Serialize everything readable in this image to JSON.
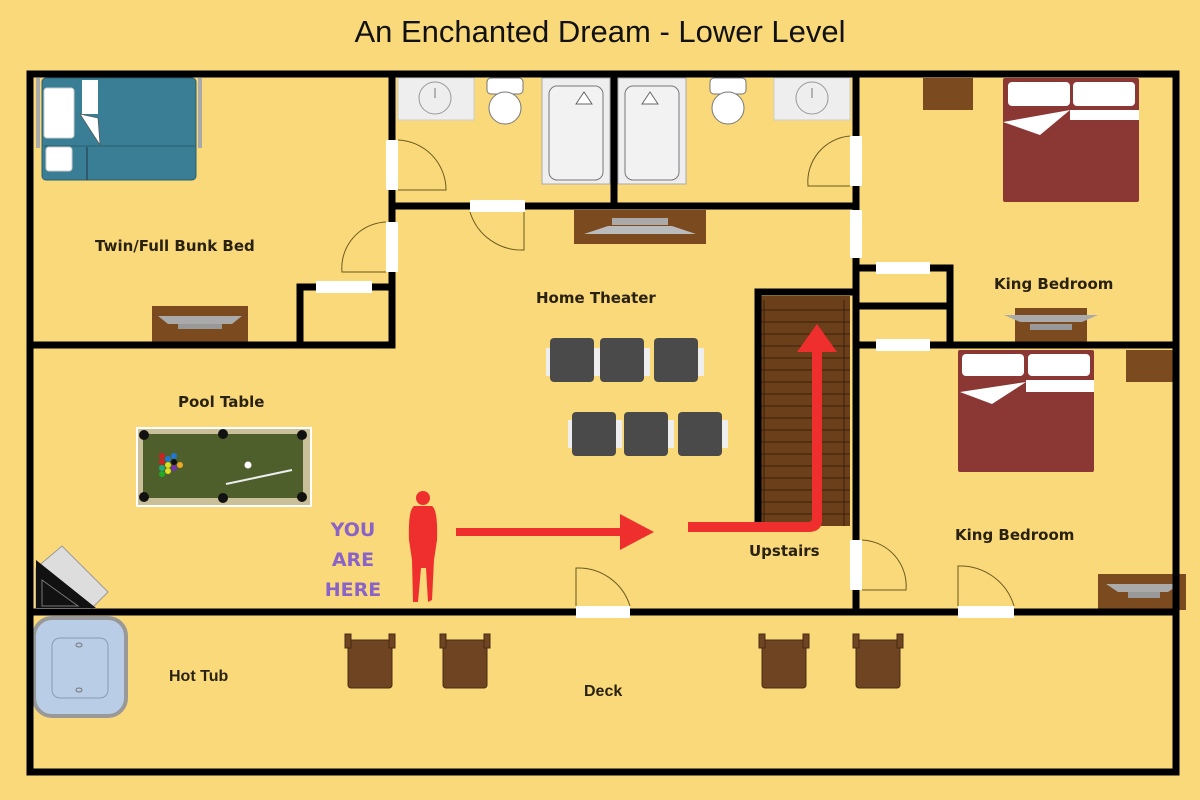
{
  "title": "An Enchanted Dream - Lower Level",
  "colors": {
    "background": "#fad97a",
    "wall": "#000000",
    "door_opening": "#ffffff",
    "bunk_bed": "#3a7e95",
    "king_bed": "#8b3733",
    "furniture_wood": "#7b4a1e",
    "stairs": "#6b3f1a",
    "theater_seat": "#4a4a4a",
    "pool_felt": "#4e5f2c",
    "hot_tub": "#b9cde6",
    "route_arrow": "#ef2e2e",
    "you_are_here_text": "#8a63c9",
    "person_marker": "#ef2e2e"
  },
  "rooms": [
    {
      "id": "bunk-room",
      "label": "Twin/Full Bunk Bed"
    },
    {
      "id": "home-theater",
      "label": "Home Theater"
    },
    {
      "id": "king-bedroom-1",
      "label": "King Bedroom"
    },
    {
      "id": "king-bedroom-2",
      "label": "King Bedroom"
    },
    {
      "id": "pool-room",
      "label": "Pool Table"
    },
    {
      "id": "stairs",
      "label": "Upstairs"
    },
    {
      "id": "hot-tub",
      "label": "Hot Tub"
    },
    {
      "id": "deck",
      "label": "Deck"
    }
  ],
  "marker": {
    "line1": "YOU",
    "line2": "ARE",
    "line3": "HERE"
  },
  "icons": [
    "person-icon",
    "route-arrow-icon",
    "bed-icon",
    "toilet-icon",
    "sink-icon",
    "bathtub-icon",
    "tv-icon",
    "dresser-icon",
    "theater-seat-icon",
    "pool-table-icon",
    "hot-tub-icon",
    "deck-chair-icon",
    "stairs-icon",
    "door-icon",
    "corner-shelf-icon"
  ]
}
